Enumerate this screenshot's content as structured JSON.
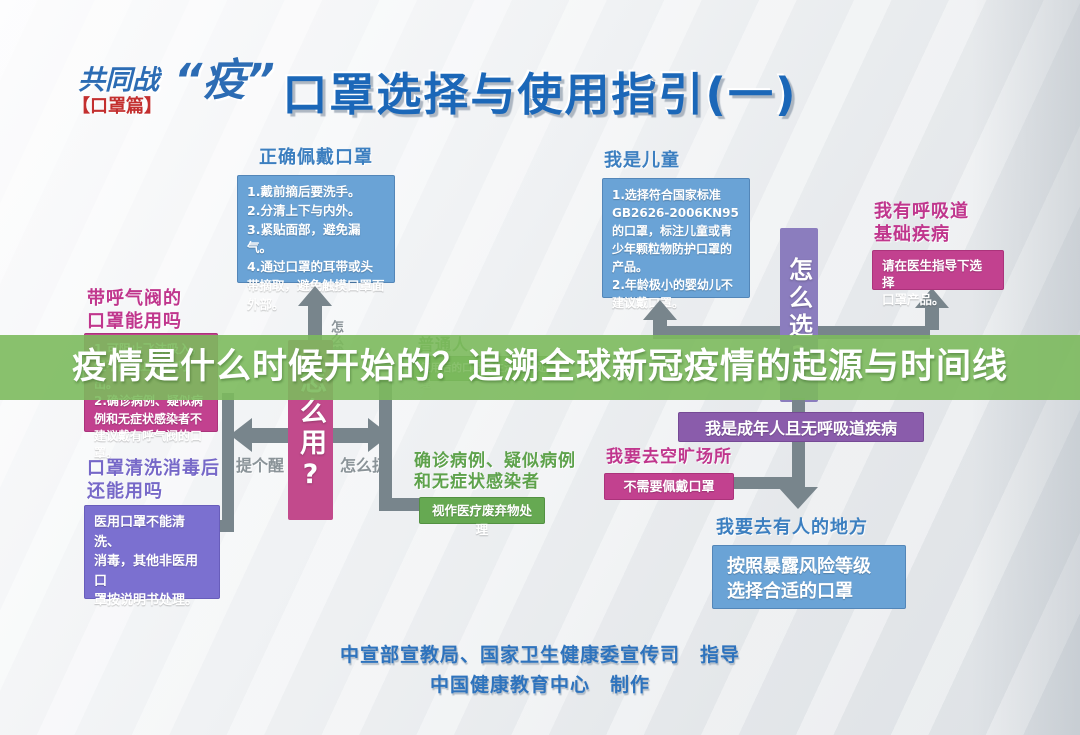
{
  "header": {
    "logo_prefix": "共同战",
    "logo_accent": "“疫”",
    "logo_sub": "【口罩篇】",
    "title": "口罩选择与使用指引(一)"
  },
  "banner": {
    "text": "疫情是什么时候开始的？追溯全球新冠疫情的起源与时间线"
  },
  "flow": {
    "wear": {
      "heading": "正确佩戴口罩",
      "body": "1.戴前摘后要洗手。\n2.分清上下与内外。\n3.紧贴面部，避免漏气。\n4.通过口罩的耳带或头带摘取，避免触摸口罩面外部。"
    },
    "child": {
      "heading": "我是儿童",
      "body": "1.选择符合国家标准GB2626-2006KN95的口罩，标注儿童或青少年颗粒物防护口罩的产品。\n2.年龄极小的婴幼儿不建议戴口罩。"
    },
    "resp": {
      "heading": "我有呼吸道\n基础疾病",
      "body": "请在医生指导下选择\n口罩产品。"
    },
    "valve": {
      "heading": "带呼气阀的\n口罩能用吗",
      "body": "1.可阻止飞沫吸入，但不能阻止飞沫呼出。\n2.确诊病例、疑似病例和无症状感染者不建议戴有呼气阀的口罩。"
    },
    "wash": {
      "heading": "口罩清洗消毒后\n还能用吗",
      "body": "医用口罩不能清洗、\n消毒，其他非医用口\n罩按说明书处理。"
    },
    "ordinary": {
      "heading": "普通人",
      "body": "使用后的口罩按生活垃圾处理"
    },
    "confirmed": {
      "heading": "确诊病例、疑似病例\n和无症状感染者",
      "body": "视作医疗废弃物处理"
    },
    "adult": {
      "label": "我是成年人且无呼吸道疾病"
    },
    "open_area": {
      "heading": "我要去空旷场所",
      "body": "不需要佩戴口罩"
    },
    "crowded": {
      "heading": "我要去有人的地方",
      "body": "按照暴露风险等级\n选择合适的口罩"
    },
    "hub_choose": "怎么选?",
    "hub_use": "怎么用?",
    "label_remind": "提个醒",
    "label_discard": "怎么扔",
    "label_wear": "怎么戴"
  },
  "footer": {
    "line1": "中宣部宣教局、国家卫生健康委宣传司　指导",
    "line2": "中国健康教育中心　制作"
  },
  "colors": {
    "title_blue": "#1b67b8",
    "heading_blue": "#3c7fc0",
    "box_blue": "#6aa3d6",
    "heading_pink": "#c0368d",
    "box_pink": "#c2418f",
    "heading_purple": "#7668c8",
    "box_purple": "#7b70d0",
    "bar_violet": "#8a5cab",
    "hub_violet": "#8b7dbe",
    "hub_pink": "#c24a8c",
    "heading_green": "#5ea24c",
    "box_green": "#66a952",
    "banner_green": "#7cba5d",
    "arrow_gray": "#78858c",
    "logo_blue": "#2c6cb4",
    "logo_red": "#c32f2f",
    "credit_blue": "#2e73bd"
  }
}
